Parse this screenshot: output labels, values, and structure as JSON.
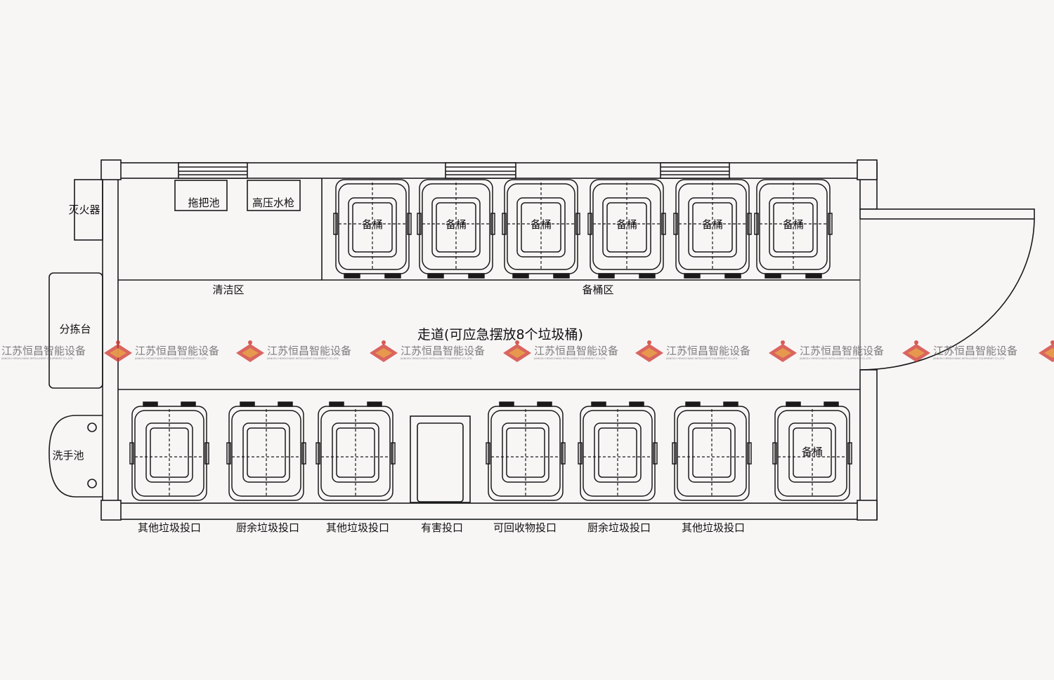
{
  "equipment": {
    "fire_extinguisher": "灭火器",
    "sorting_table": "分拣台",
    "wash_basin": "洗手池",
    "mop_sink": "拖把池",
    "pressure_washer": "高压水枪"
  },
  "zones": {
    "cleaning": "清洁区",
    "spare_bins": "备桶区",
    "aisle": "走道(可应急摆放8个垃圾桶)"
  },
  "bin_label": "备桶",
  "top_bin_count": 6,
  "bottom_labels": [
    "其他垃圾投口",
    "厨余垃圾投口",
    "其他垃圾投口",
    "有害投口",
    "可回收物投口",
    "厨余垃圾投口",
    "其他垃圾投口"
  ],
  "bottom_spare_label": "备桶",
  "watermark": {
    "name": "江苏恒昌智能设备",
    "sub": "JIANGSU HENGCHANG INTELLIGENT EQUIPMENT CO.,LTD"
  },
  "colors": {
    "line": "#1a1a1a",
    "background": "#f8f5f5",
    "logo_red": "#d0342c",
    "logo_orange": "#e8a24a"
  }
}
